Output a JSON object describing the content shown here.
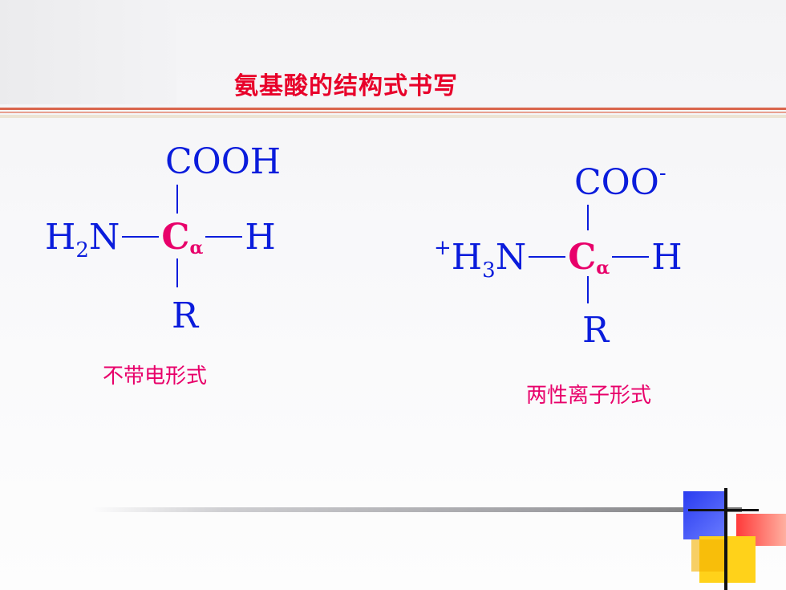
{
  "slide": {
    "title": "氨基酸的结构式书写",
    "uncharged": {
      "top_group": "COOH",
      "left_group_prefix": "H",
      "left_group_sub": "2",
      "left_group_suffix": "N",
      "center_atom": "C",
      "center_sub": "α",
      "right_group": "H",
      "bottom_group": "R",
      "caption": "不带电形式"
    },
    "zwitterion": {
      "top_group": "COO",
      "top_charge": "-",
      "left_charge": "+",
      "left_group_prefix": "H",
      "left_group_sub": "3",
      "left_group_suffix": "N",
      "center_atom": "C",
      "center_sub": "α",
      "right_group": "H",
      "bottom_group": "R",
      "caption": "两性离子形式"
    }
  },
  "colors": {
    "title": "#e8002a",
    "chem_text": "#0a1cdc",
    "alpha_carbon": "#e8006a",
    "caption": "#e8006a"
  }
}
